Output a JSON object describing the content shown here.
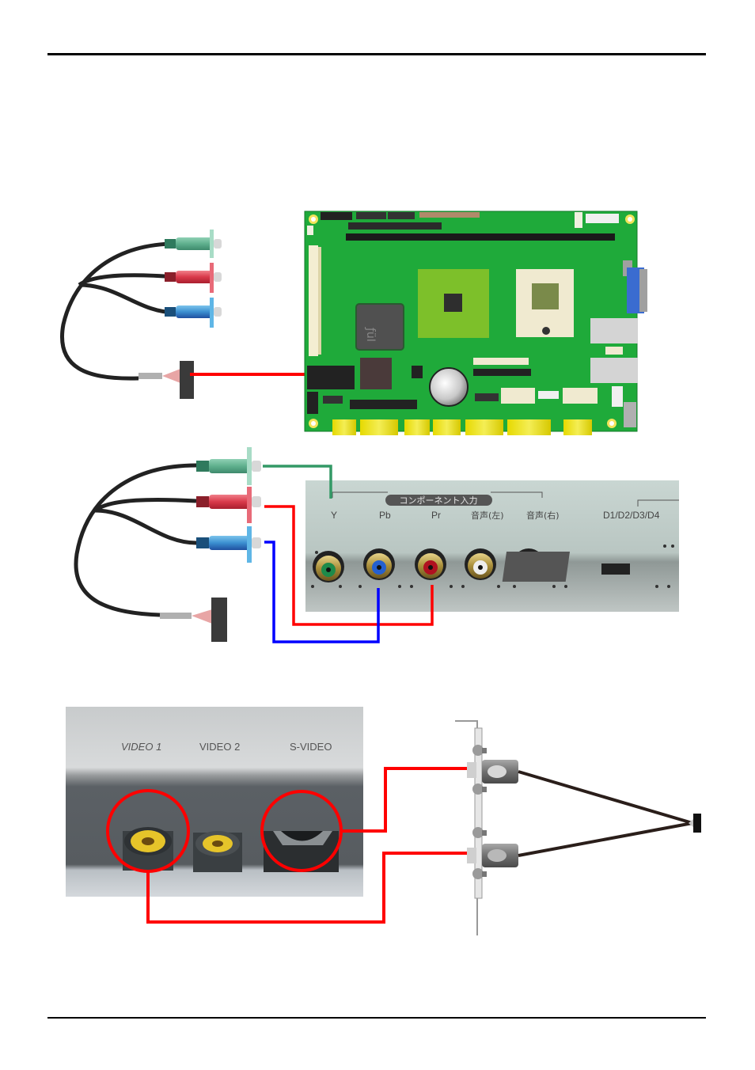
{
  "page": {
    "header_rule": true,
    "footer_rule": true
  },
  "figure1": {
    "description": "Component video cable connected to motherboard header",
    "cable_colors": [
      "green",
      "red",
      "blue"
    ],
    "motherboard_chip_label": "ƒüI",
    "wire_color": "#ff0000"
  },
  "figure2": {
    "description": "Component cable connected to display component inputs",
    "panel_group_label": "コンポーネント入力",
    "panel_labels": [
      "Y",
      "Pb",
      "Pr",
      "音声(左)",
      "音声(右)",
      "D1/D2/D3/D4"
    ],
    "wire_colors": {
      "Y": "#339966",
      "Pb": "#0000ff",
      "Pr": "#ff0000"
    }
  },
  "figure3": {
    "description": "Video / S-Video bracket cable connected to display inputs",
    "panel_labels": [
      "VIDEO 1",
      "VIDEO 2",
      "S-VIDEO"
    ],
    "wire_color": "#ff0000",
    "highlight_color": "#ff0000"
  }
}
